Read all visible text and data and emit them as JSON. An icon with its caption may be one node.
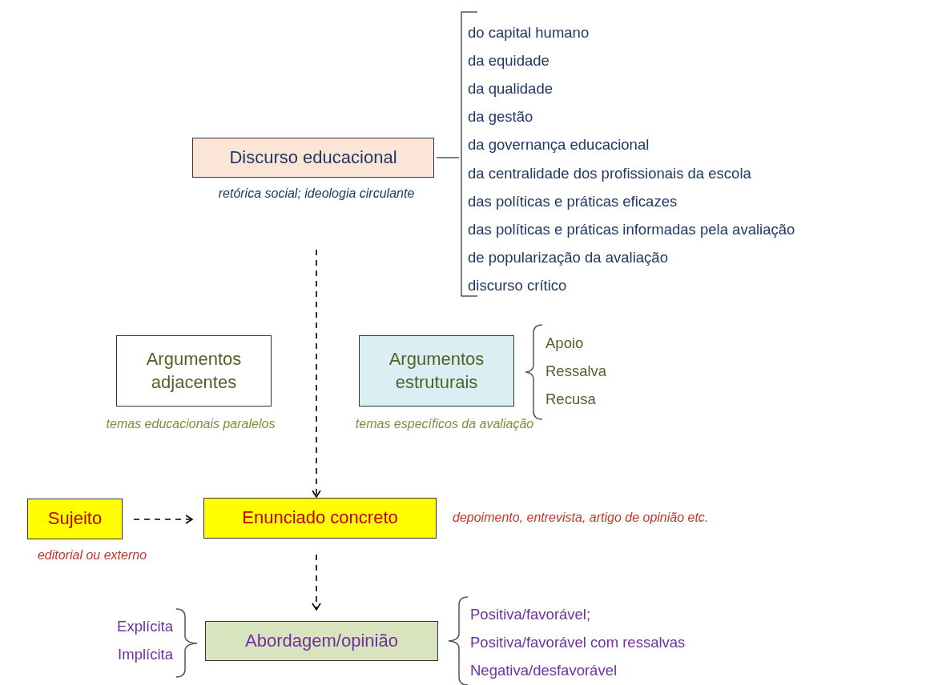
{
  "diagram": {
    "nodes": [
      {
        "text": [
          "Discurso educacional"
        ],
        "beside": [
          "retórica social; ideologia circulante"
        ]
      },
      {
        "text": [
          "Argumentos adjacentes"
        ],
        "beside": [
          "temas educacionais paralelos"
        ]
      },
      {
        "text": [
          "Argumentos estruturais"
        ],
        "beside": [
          "temas específicos da avaliação"
        ]
      },
      {
        "text": [
          "Sujeito"
        ],
        "beside": [
          "editorial ou externo"
        ]
      },
      {
        "text": [
          "Enunciado concreto"
        ],
        "beside": [
          "depoimento, entrevista, artigo de opinião etc."
        ]
      },
      {
        "text": [
          "Abordagem/opinião"
        ]
      }
    ],
    "edges": [
      {
        "from": 0,
        "to": 4,
        "arrow": "to",
        "style": "dashed"
      },
      {
        "from": 3,
        "to": 4,
        "arrow": "to",
        "style": "dashed"
      },
      {
        "from": 4,
        "to": 5,
        "arrow": "to",
        "style": "dashed"
      }
    ],
    "labels": [
      "do capital humano",
      "da equidade",
      "da qualidade",
      "da gestão",
      "da governança educacional",
      "da centralidade dos profissionais da escola",
      "das políticas e práticas eficazes",
      "das políticas e práticas informadas pela avaliação",
      "de popularização da avaliação",
      "discurso crítico",
      "Apoio",
      "Ressalva",
      "Recusa",
      "Explícita",
      "Implícita",
      "Positiva/favorável;",
      "Positiva/favorável com ressalvas",
      "Negativa/desfavorável"
    ]
  }
}
